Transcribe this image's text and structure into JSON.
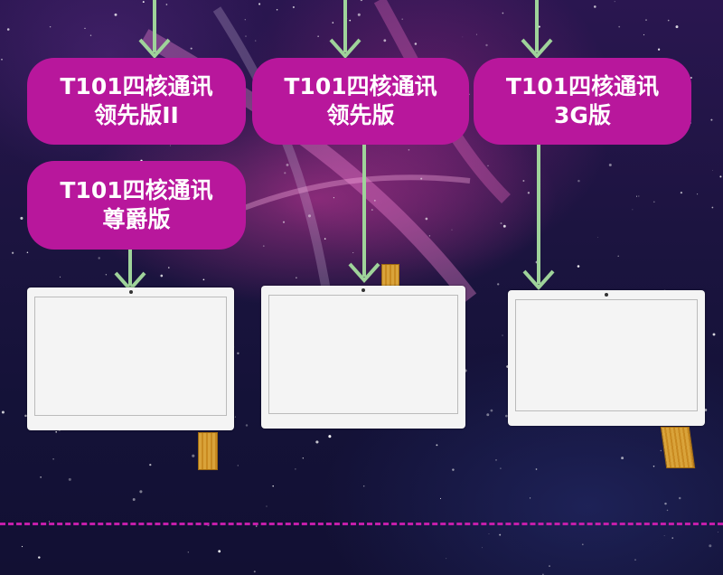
{
  "labels": [
    {
      "line1": "T101四核通讯",
      "line2": "领先版II"
    },
    {
      "line1": "T101四核通讯",
      "line2": "领先版"
    },
    {
      "line1": "T101四核通讯",
      "line2": "3G版"
    },
    {
      "line1": "T101四核通讯",
      "line2": "尊爵版"
    }
  ],
  "colors": {
    "label_bg": "#b8179c",
    "arrow": "#9fd39a",
    "divider": "#c31eaa",
    "panel_frame": "#f4f4f4",
    "flex_cable": "#d9a33a"
  },
  "icons": [
    "down-arrow-icon",
    "front-camera-icon",
    "flex-cable-icon"
  ]
}
